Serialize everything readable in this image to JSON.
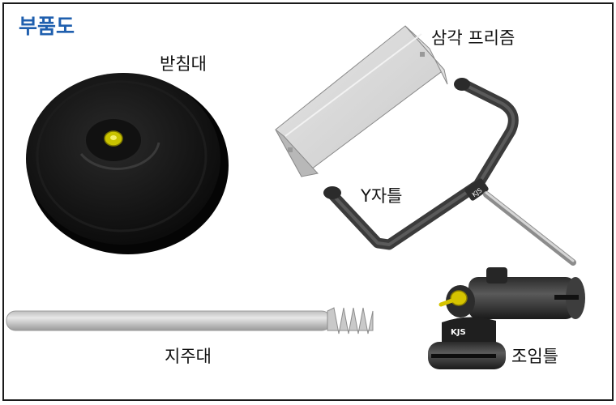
{
  "title": "부품도",
  "colors": {
    "title": "#1f5fae",
    "frame": "#1a1a1a"
  },
  "parts": {
    "base_label": "받침대",
    "prism_label": "삼각 프리즘",
    "yframe_label": "Y자틀",
    "rod_label": "지주대",
    "clamp_label": "조임틀",
    "clamp_logo": "KJS",
    "yframe_logo": "KJS"
  }
}
